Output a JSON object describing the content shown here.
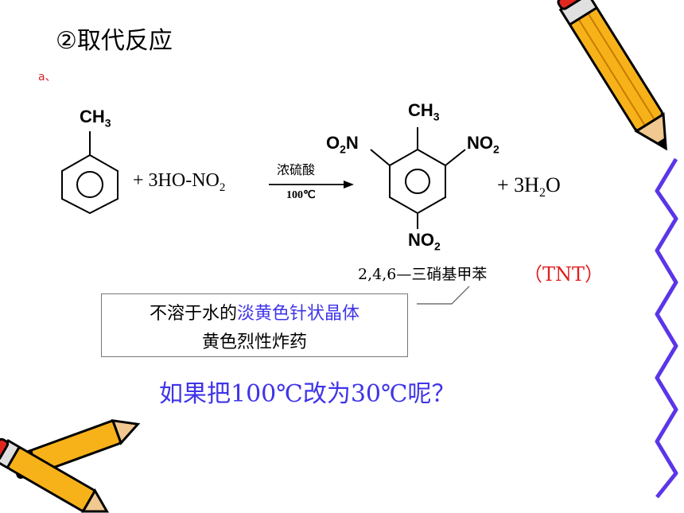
{
  "heading": "②取代反应",
  "label_a": "a、",
  "reaction": {
    "reactant_methyl": [
      "CH",
      "3"
    ],
    "reagent": {
      "coef": "+ 3HO-NO",
      "sub": "2"
    },
    "condition_top": "浓硫酸",
    "condition_bottom": "100℃",
    "product_methyl": [
      "CH",
      "3"
    ],
    "nitro_left": [
      "O",
      "2",
      "N"
    ],
    "nitro_right": [
      "NO",
      "2"
    ],
    "nitro_bottom": [
      "NO",
      "2"
    ],
    "water": {
      "pre": "+ 3H",
      "sub": "2",
      "post": "O"
    }
  },
  "product_name": "2,4,6—三硝基甲苯",
  "tnt_label": "（TNT）",
  "note": {
    "line1_plain": "不溶于水的",
    "line1_highlight": "淡黄色针状晶体",
    "line2": "黄色烈性炸药"
  },
  "question": "如果把100℃改为30℃呢？",
  "colors": {
    "accent_blue": "#3f34e8",
    "accent_red": "#e02020",
    "squiggle": "#5b35e8"
  }
}
